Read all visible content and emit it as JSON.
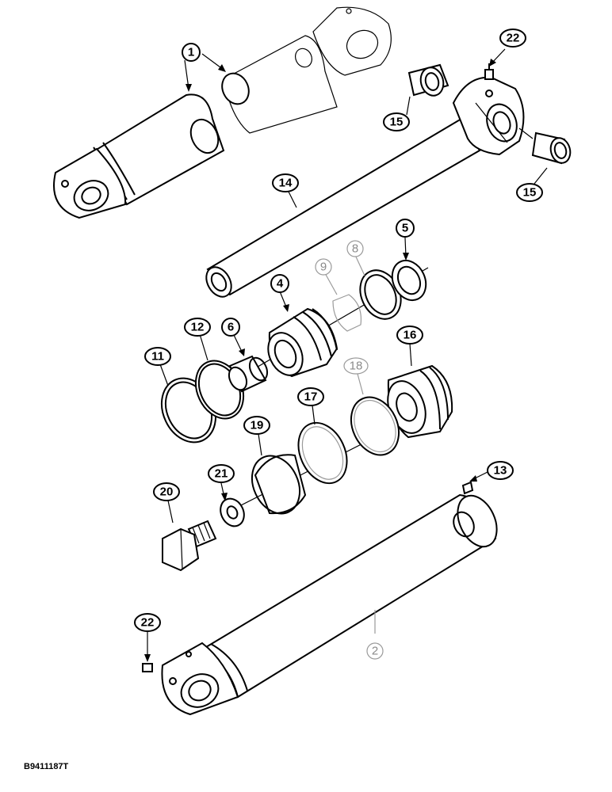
{
  "figure_code": "B9411187T",
  "callouts": [
    {
      "id": "c1",
      "label": "1",
      "faint": false
    },
    {
      "id": "c22a",
      "label": "22",
      "faint": false
    },
    {
      "id": "c15a",
      "label": "15",
      "faint": false
    },
    {
      "id": "c15b",
      "label": "15",
      "faint": false
    },
    {
      "id": "c14",
      "label": "14",
      "faint": false
    },
    {
      "id": "c5",
      "label": "5",
      "faint": false
    },
    {
      "id": "c8",
      "label": "8",
      "faint": true
    },
    {
      "id": "c9",
      "label": "9",
      "faint": true
    },
    {
      "id": "c4",
      "label": "4",
      "faint": false
    },
    {
      "id": "c12",
      "label": "12",
      "faint": false
    },
    {
      "id": "c6",
      "label": "6",
      "faint": false
    },
    {
      "id": "c11",
      "label": "11",
      "faint": false
    },
    {
      "id": "c16",
      "label": "16",
      "faint": false
    },
    {
      "id": "c18",
      "label": "18",
      "faint": true
    },
    {
      "id": "c17",
      "label": "17",
      "faint": false
    },
    {
      "id": "c19",
      "label": "19",
      "faint": false
    },
    {
      "id": "c21",
      "label": "21",
      "faint": false
    },
    {
      "id": "c20",
      "label": "20",
      "faint": false
    },
    {
      "id": "c13",
      "label": "13",
      "faint": false
    },
    {
      "id": "c22b",
      "label": "22",
      "faint": false
    },
    {
      "id": "c2",
      "label": "2",
      "faint": true
    }
  ]
}
